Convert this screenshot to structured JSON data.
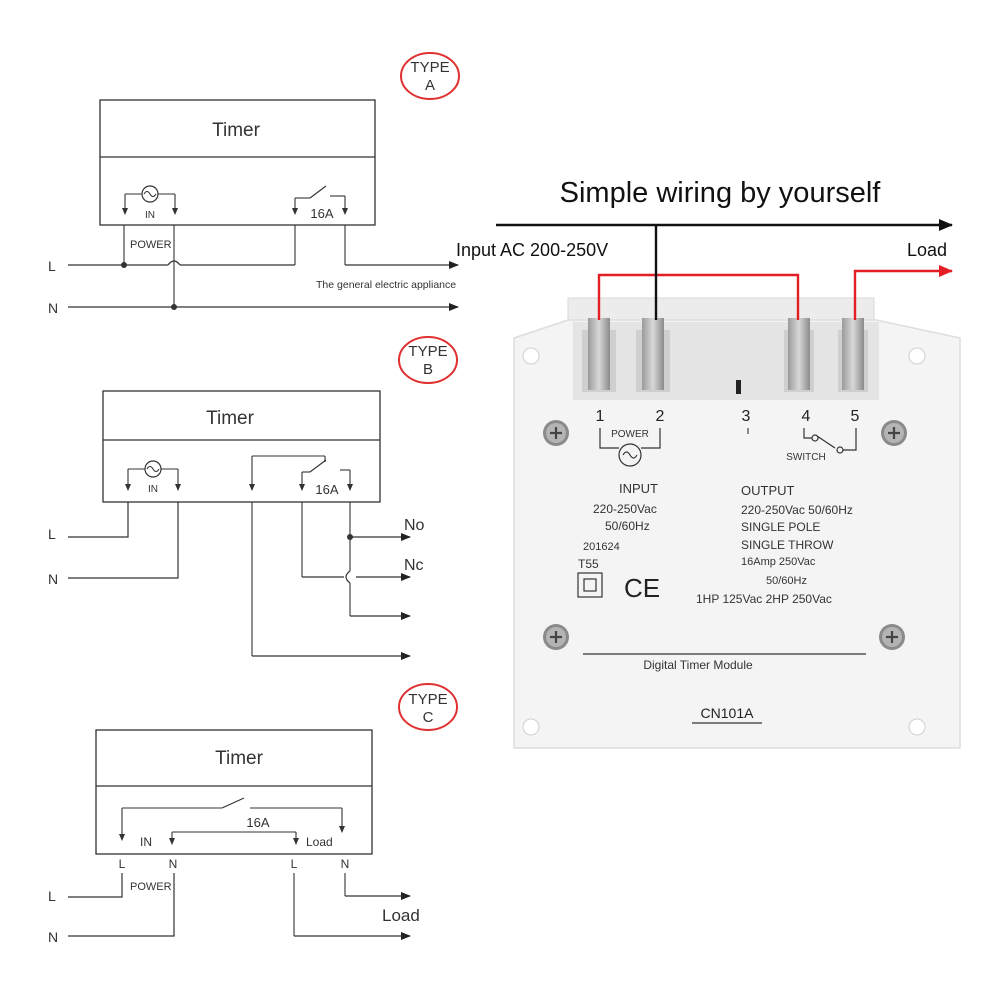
{
  "type_a": {
    "badge_line1": "TYPE",
    "badge_line2": "A",
    "timer_label": "Timer",
    "in_label": "IN",
    "rating_label": "16A",
    "power_label": "POWER",
    "l_label": "L",
    "n_label": "N",
    "appliance_label": "The general electric appliance"
  },
  "type_b": {
    "badge_line1": "TYPE",
    "badge_line2": "B",
    "timer_label": "Timer",
    "in_label": "IN",
    "rating_label": "16A",
    "l_label": "L",
    "n_label": "N",
    "no_label": "No",
    "nc_label": "Nc"
  },
  "type_c": {
    "badge_line1": "TYPE",
    "badge_line2": "C",
    "timer_label": "Timer",
    "rating_label": "16A",
    "in_label": "IN",
    "load_inner_label": "Load",
    "term_l1": "L",
    "term_n1": "N",
    "term_l2": "L",
    "term_n2": "N",
    "power_label": "POWER",
    "l_label": "L",
    "n_label": "N",
    "load_label": "Load"
  },
  "module": {
    "heading": "Simple wiring by yourself",
    "input_label": "Input AC 200-250V",
    "load_label": "Load",
    "terminals": [
      "1",
      "2",
      "3",
      "4",
      "5"
    ],
    "power_label": "POWER",
    "switch_label": "SWITCH",
    "input_heading": "INPUT",
    "input_voltage": "220-250Vac",
    "input_freq": "50/60Hz",
    "code": "201624",
    "t55": "T55",
    "ce": "CE",
    "output_heading": "OUTPUT",
    "output_voltage": "220-250Vac  50/60Hz",
    "single_pole": "SINGLE  POLE",
    "single_throw": "SINGLE  THROW",
    "amp_rating": "16Amp  250Vac",
    "output_freq": "50/60Hz",
    "hp_rating": "1HP  125Vac  2HP  250Vac",
    "product_name": "Digital  Timer  Module",
    "model": "CN101A"
  },
  "colors": {
    "badge_red": "#e03030",
    "wire_red": "#e31e24",
    "wire_black": "#111111",
    "module_body": "#f4f4f4"
  }
}
